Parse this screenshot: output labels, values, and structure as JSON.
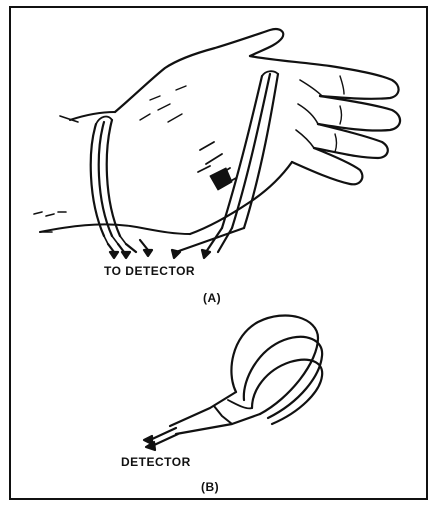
{
  "figure_a": {
    "label": "(A)",
    "caption": "TO DETECTOR"
  },
  "figure_b": {
    "label": "(B)",
    "caption": "DETECTOR"
  }
}
